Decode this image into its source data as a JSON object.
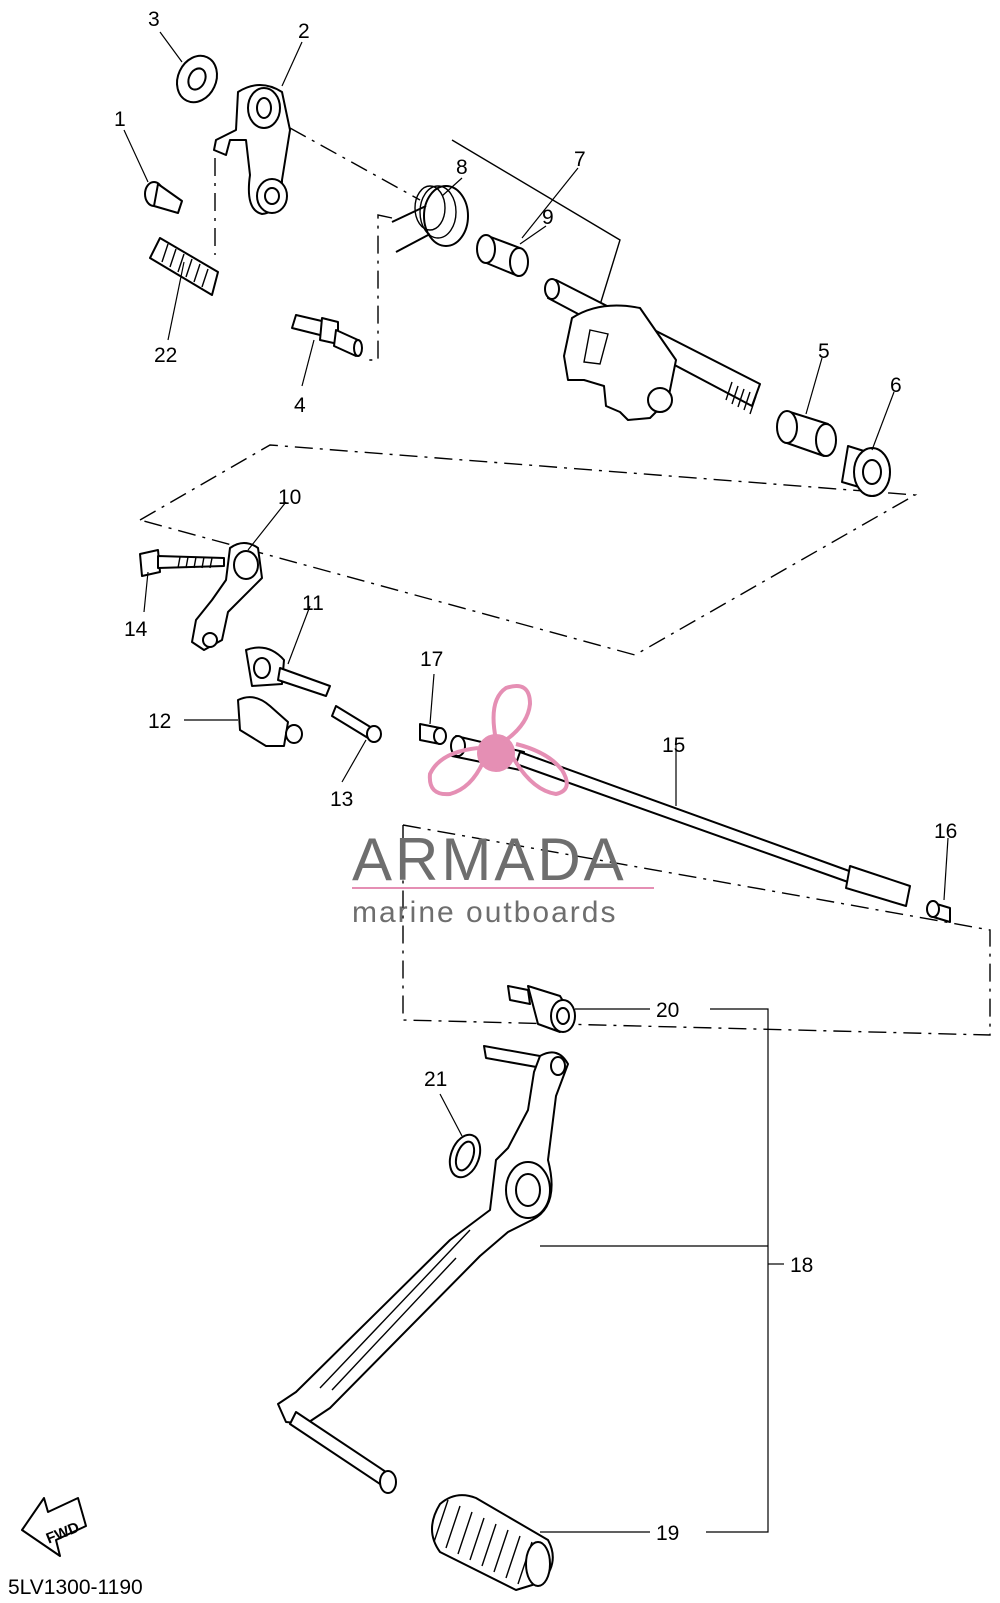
{
  "labels": [
    {
      "id": "1",
      "text": "1"
    },
    {
      "id": "2",
      "text": "2"
    },
    {
      "id": "3",
      "text": "3"
    },
    {
      "id": "4",
      "text": "4"
    },
    {
      "id": "5",
      "text": "5"
    },
    {
      "id": "6",
      "text": "6"
    },
    {
      "id": "7",
      "text": "7"
    },
    {
      "id": "8",
      "text": "8"
    },
    {
      "id": "9",
      "text": "9"
    },
    {
      "id": "10",
      "text": "10"
    },
    {
      "id": "11",
      "text": "11"
    },
    {
      "id": "12",
      "text": "12"
    },
    {
      "id": "13",
      "text": "13"
    },
    {
      "id": "14",
      "text": "14"
    },
    {
      "id": "15",
      "text": "15"
    },
    {
      "id": "16",
      "text": "16"
    },
    {
      "id": "17",
      "text": "17"
    },
    {
      "id": "18",
      "text": "18"
    },
    {
      "id": "19",
      "text": "19"
    },
    {
      "id": "20",
      "text": "20"
    },
    {
      "id": "21",
      "text": "21"
    },
    {
      "id": "22",
      "text": "22"
    }
  ],
  "diagram_code": "5LV1300-1190",
  "fwd_arrow": {
    "text": "FWD"
  },
  "watermark": {
    "brand": "ARMADA",
    "tagline": "marine outboards",
    "logo_color": "#e58fb4"
  }
}
